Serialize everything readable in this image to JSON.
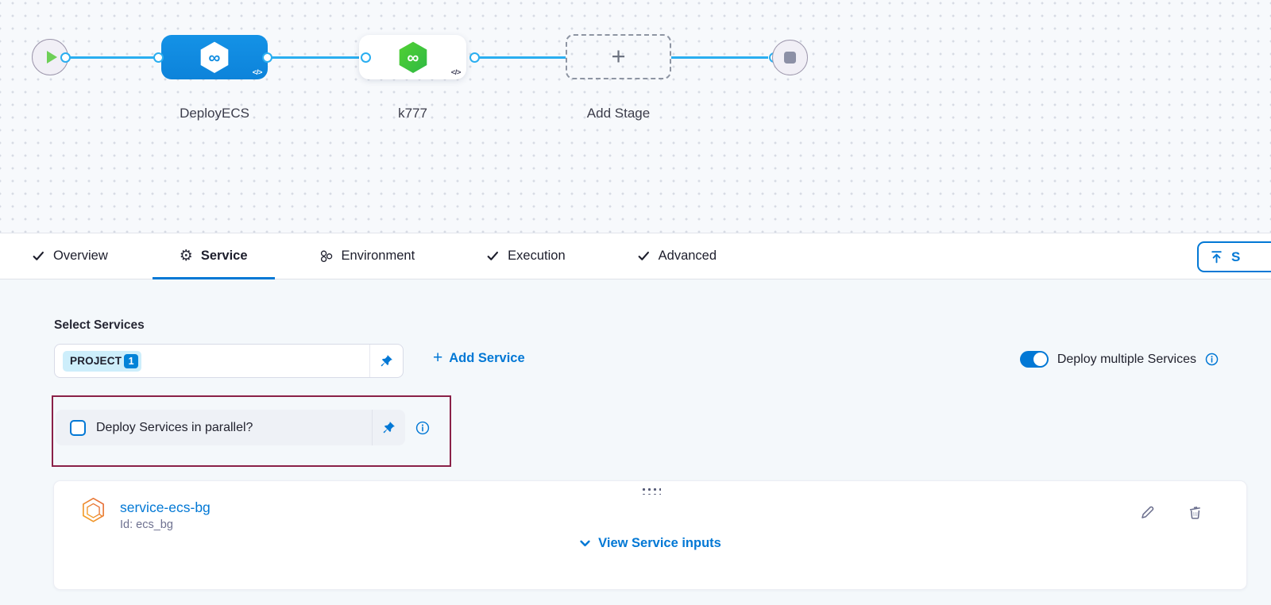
{
  "canvas": {
    "stages": [
      {
        "label": "DeployECS",
        "style": "blue"
      },
      {
        "label": "k777",
        "style": "white"
      },
      {
        "label": "Add Stage",
        "style": "add"
      }
    ]
  },
  "icons": {
    "infinity": "∞",
    "plus": "+",
    "code": "</>",
    "gear": "⚙"
  },
  "tabs": {
    "items": [
      {
        "label": "Overview",
        "icon": "check"
      },
      {
        "label": "Service",
        "icon": "gear",
        "active": true
      },
      {
        "label": "Environment",
        "icon": "environments"
      },
      {
        "label": "Execution",
        "icon": "check"
      },
      {
        "label": "Advanced",
        "icon": "check"
      }
    ],
    "save_button_label": "S"
  },
  "panel": {
    "select_services_label": "Select Services",
    "service_input": {
      "tag": "PROJECT",
      "count": "1"
    },
    "add_service_label": "Add Service",
    "deploy_multiple_label": "Deploy multiple Services",
    "deploy_multiple_enabled": true,
    "parallel_label": "Deploy Services in parallel?",
    "parallel_checked": false,
    "card": {
      "service_name": "service-ecs-bg",
      "service_id": "Id: ecs_bg",
      "view_inputs_label": "View Service inputs"
    }
  },
  "colors": {
    "accent": "#0278d5",
    "connector": "#2aaef0",
    "stage_blue": "#0f8be0",
    "harness_green": "#3ec43b",
    "service_orange": "#ee7420",
    "highlight_border": "#8a2148"
  }
}
